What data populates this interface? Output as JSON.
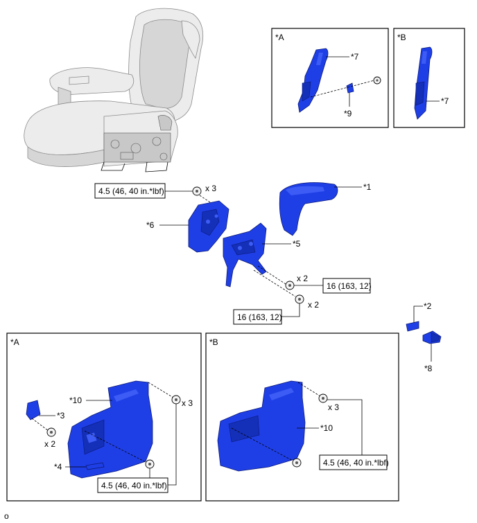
{
  "frame_labels": {
    "inset_a": "*A",
    "inset_b": "*B",
    "detail_a": "*A",
    "detail_b": "*B"
  },
  "callouts": {
    "p1": "*1",
    "p2": "*2",
    "p3": "*3",
    "p4": "*4",
    "p5": "*5",
    "p6": "*6",
    "p7a": "*7",
    "p7b": "*7",
    "p8": "*8",
    "p9": "*9",
    "p10a": "*10",
    "p10b": "*10"
  },
  "quantities": {
    "q_x3_top": "x 3",
    "q_x2_right1": "x 2",
    "q_x2_right2": "x 2",
    "q_x3_a": "x 3",
    "q_x2_a": "x 2",
    "q_x3_b": "x 3"
  },
  "torques": {
    "t_top": "4.5 (46, 40 in.*lbf)",
    "t_right1": "16 (163, 12)",
    "t_right2": "16 (163, 12)",
    "t_a": "4.5 (46, 40 in.*lbf)",
    "t_b": "4.5 (46, 40 in.*lbf)"
  },
  "footer_code": "o",
  "colors": {
    "part_blue": "#1f3fe6",
    "seat_gray": "#ececec"
  }
}
